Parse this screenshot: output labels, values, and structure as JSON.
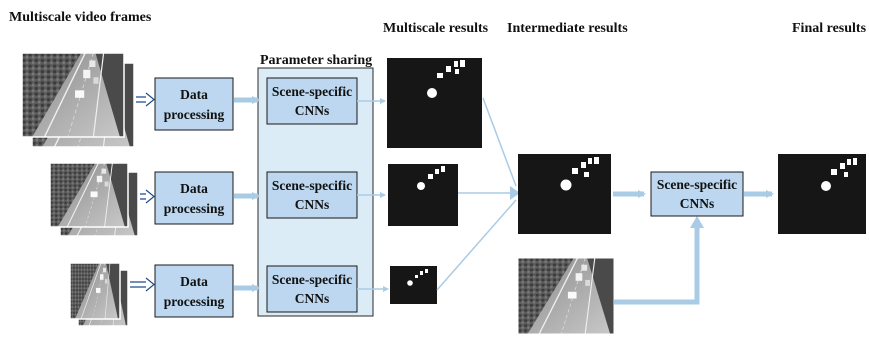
{
  "headers": {
    "multiscale_video_frames": "Multiscale video frames",
    "parameter_sharing": "Parameter sharing",
    "multiscale_results": "Multiscale results",
    "intermediate_results": "Intermediate results",
    "final_results": "Final results"
  },
  "data_processing_boxes": [
    {
      "line1": "Data",
      "line2": "processing"
    },
    {
      "line1": "Data",
      "line2": "processing"
    },
    {
      "line1": "Data",
      "line2": "processing"
    }
  ],
  "cnn_boxes": [
    {
      "line1": "Scene-specific",
      "line2": "CNNs"
    },
    {
      "line1": "Scene-specific",
      "line2": "CNNs"
    },
    {
      "line1": "Scene-specific",
      "line2": "CNNs"
    }
  ],
  "final_cnn": {
    "line1": "Scene-specific",
    "line2": "CNNs"
  },
  "colors": {
    "box_fill": "#bcd7ef",
    "box_stroke": "#1a1a1a",
    "panel_fill": "#dcecf7",
    "arrow": "#a9cbe6",
    "mask_bg": "#161616",
    "mask_fg": "#ffffff"
  }
}
